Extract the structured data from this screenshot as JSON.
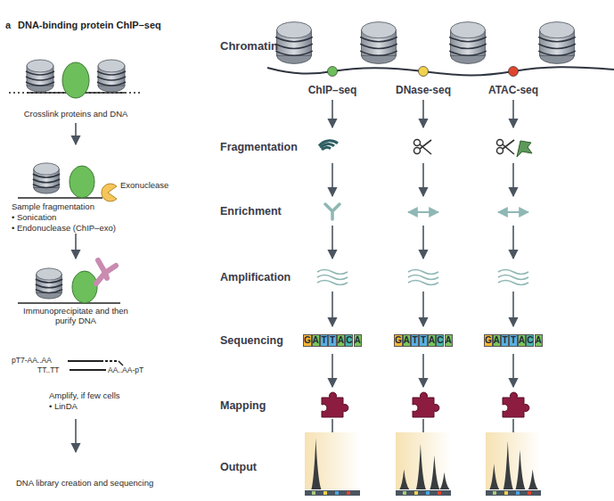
{
  "diagram": {
    "title": "DNA-binding protein ChIP–seq",
    "nodes": [
      {
        "text": [
          "G"
        ]
      },
      {
        "text": [
          "A"
        ]
      },
      {
        "text": [
          "T"
        ]
      },
      {
        "text": [
          "T"
        ]
      },
      {
        "text": [
          "A"
        ]
      },
      {
        "text": [
          "C"
        ]
      },
      {
        "text": [
          "A"
        ]
      },
      {
        "text": [
          "G"
        ]
      },
      {
        "text": [
          "A"
        ]
      },
      {
        "text": [
          "T"
        ]
      },
      {
        "text": [
          "T"
        ]
      },
      {
        "text": [
          "A"
        ]
      },
      {
        "text": [
          "C"
        ]
      },
      {
        "text": [
          "A"
        ]
      },
      {
        "text": [
          "G"
        ]
      },
      {
        "text": [
          "A"
        ]
      },
      {
        "text": [
          "T"
        ]
      },
      {
        "text": [
          "T"
        ]
      },
      {
        "text": [
          "A"
        ]
      },
      {
        "text": [
          "C"
        ]
      },
      {
        "text": [
          "A"
        ]
      }
    ],
    "labels": [
      "a",
      "Crosslink proteins and DNA",
      "Exonuclease",
      "Sample fragmentation",
      "• Sonication",
      "• Endonuclease (ChIP–exo)",
      "Immunoprecipitate and then purify DNA",
      "pT7-AA..AA",
      "TT..TT",
      "AA..AA-pT",
      "Amplify, if few cells",
      "• LinDA",
      "DNA library creation and sequencing",
      "Chromatin",
      "ChIP–seq",
      "DNase-seq",
      "ATAC-seq",
      "Fragmentation",
      "Enrichment",
      "Amplification",
      "Sequencing",
      "Mapping",
      "Output"
    ]
  }
}
